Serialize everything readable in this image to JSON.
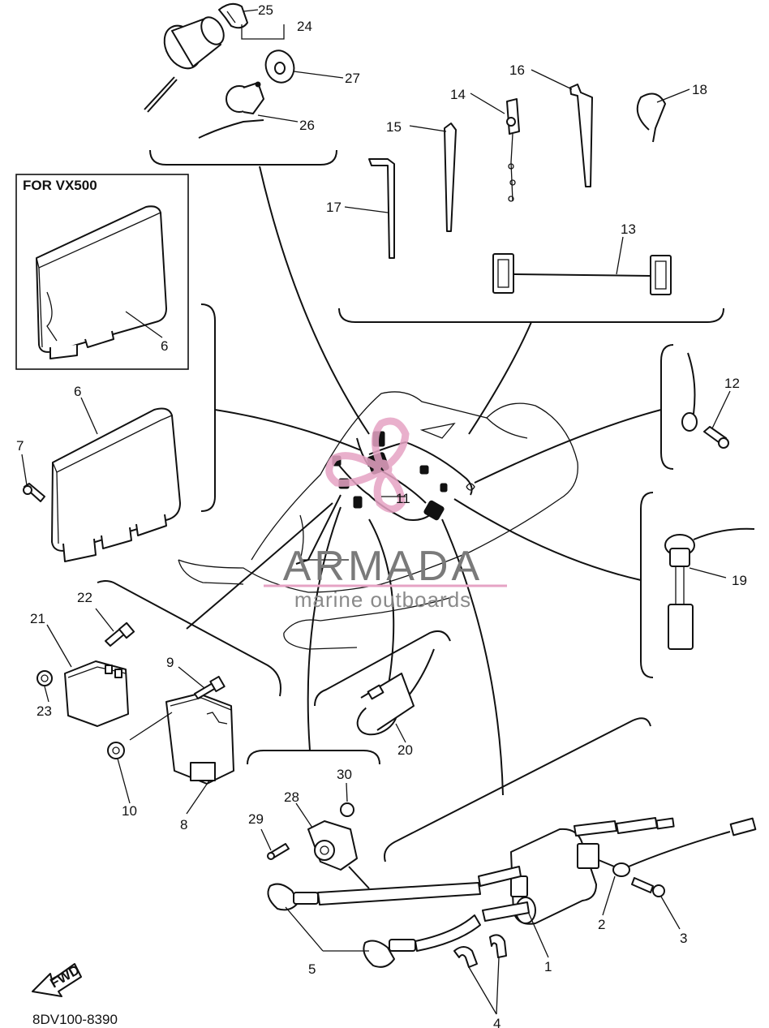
{
  "figure": {
    "code": "8DV100-8390",
    "fwd_label": "FWD",
    "inset_title": "FOR VX500"
  },
  "watermark": {
    "brand": "ARMADA",
    "tagline": "marine outboards",
    "brand_color": "#7a7a7a",
    "accent_color": "#e6a3c4"
  },
  "callouts": {
    "c1": "1",
    "c2": "2",
    "c3": "3",
    "c4": "4",
    "c5": "5",
    "c6a": "6",
    "c6b": "6",
    "c7": "7",
    "c8": "8",
    "c9": "9",
    "c10": "10",
    "c11": "11",
    "c12": "12",
    "c13": "13",
    "c14": "14",
    "c15": "15",
    "c16": "16",
    "c17": "17",
    "c18": "18",
    "c19": "19",
    "c20": "20",
    "c21": "21",
    "c22": "22",
    "c23": "23",
    "c24": "24",
    "c25": "25",
    "c26": "26",
    "c27": "27",
    "c28": "28",
    "c29": "29",
    "c30": "30"
  }
}
